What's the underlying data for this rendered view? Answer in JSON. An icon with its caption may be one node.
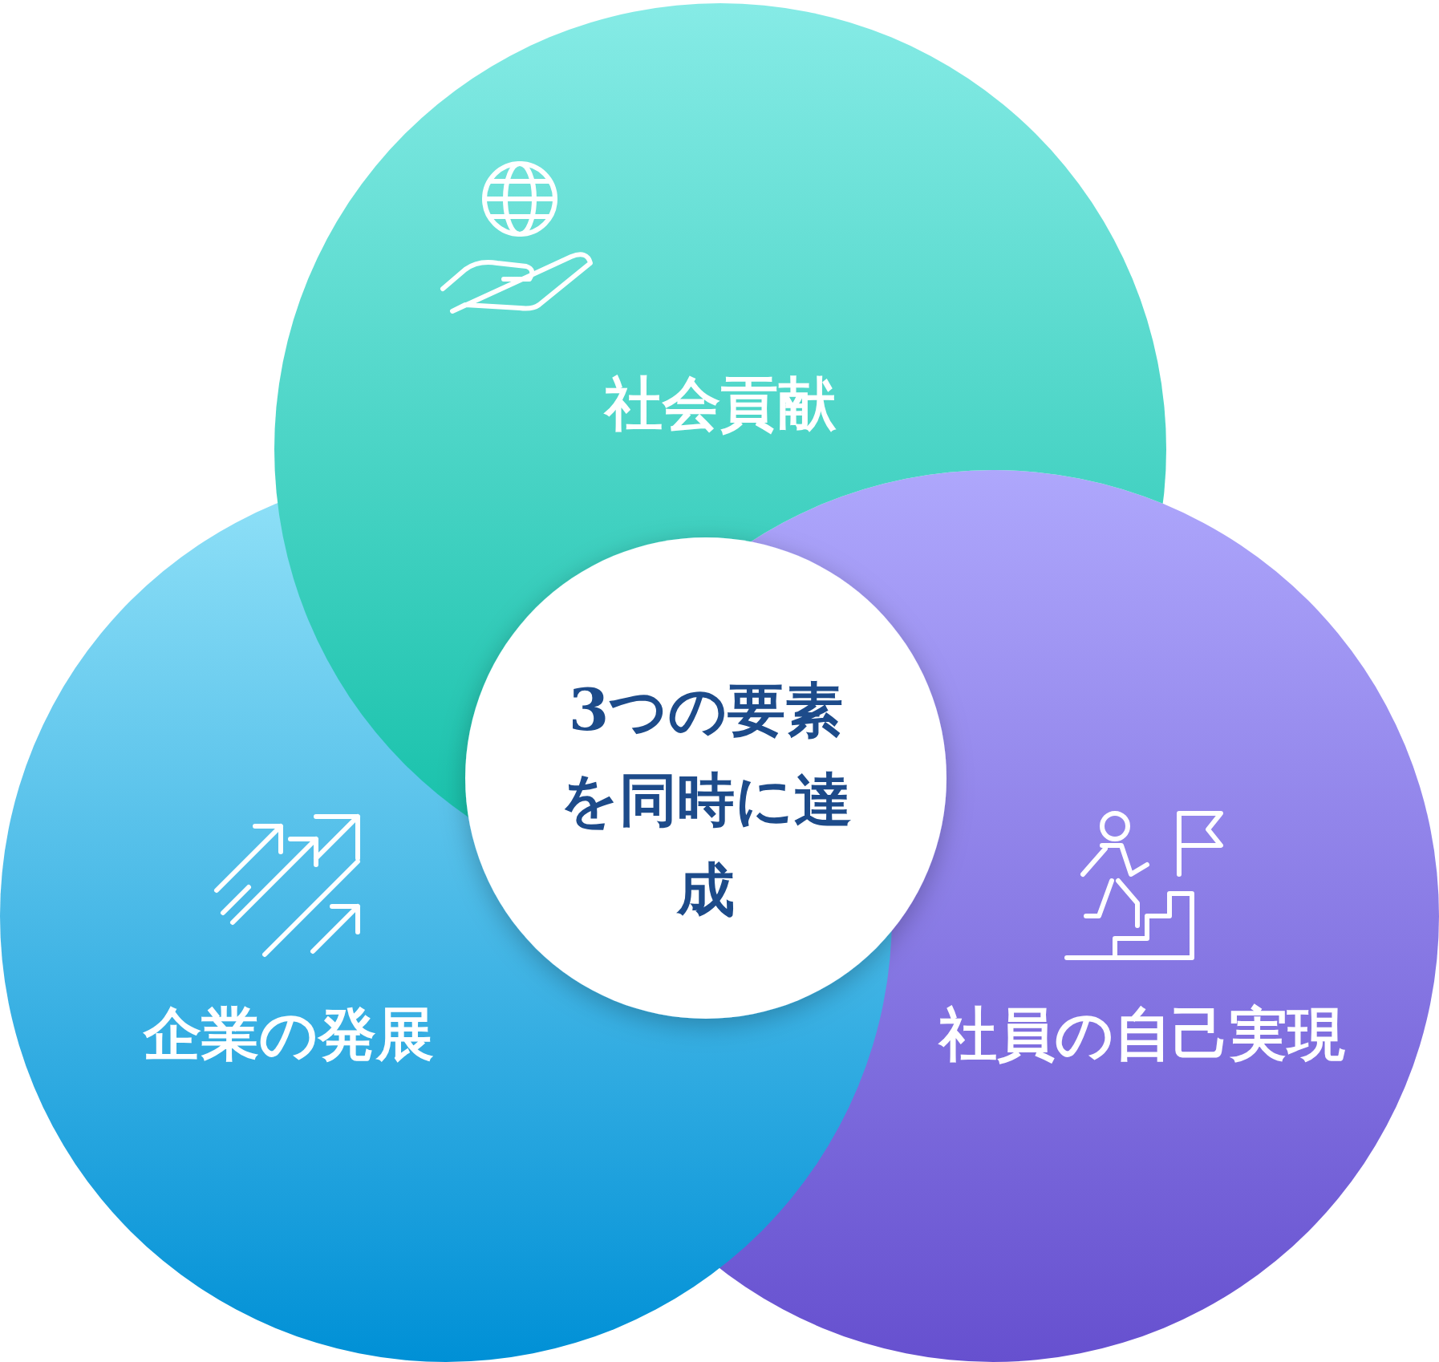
{
  "diagram": {
    "nodes": [
      {
        "text": [
          "社会貢献"
        ]
      },
      {
        "text": [
          "3つの要素を同時に達成"
        ]
      },
      {
        "text": [
          "企業の発展"
        ]
      },
      {
        "text": [
          "社員の自己実現"
        ]
      }
    ]
  }
}
